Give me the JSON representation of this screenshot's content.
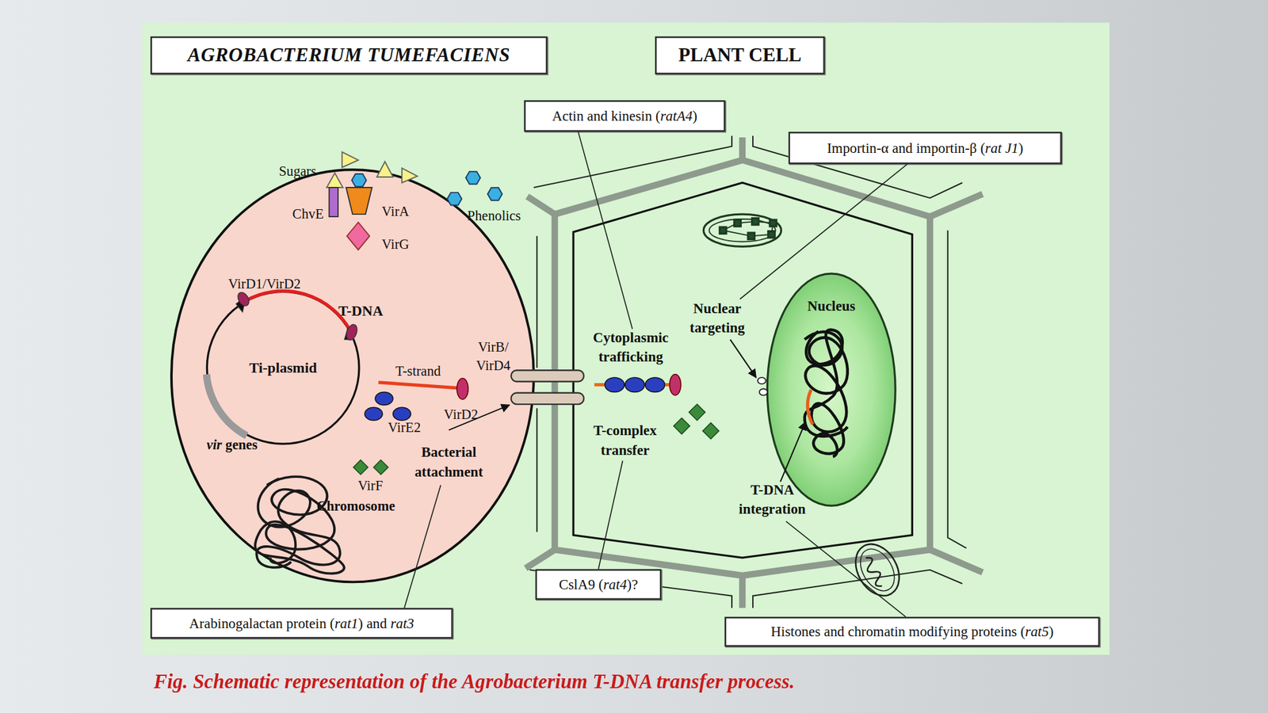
{
  "diagram": {
    "caption": "Fig. Schematic representation of the Agrobacterium T-DNA transfer process.",
    "nodes": [
      {
        "text": [
          "AGROBACTERIUM TUMEFACIENS"
        ]
      },
      {
        "text": [
          "PLANT CELL"
        ]
      },
      {
        "text": [
          "Actin and kinesin (ratA4)"
        ]
      },
      {
        "text": [
          "Importin-α and importin-β (rat J1)"
        ]
      },
      {
        "text": [
          "Ti-plasmid"
        ]
      },
      {
        "text": [
          "Nucleus"
        ]
      },
      {
        "text": [
          "CslA9 (rat4)?"
        ]
      },
      {
        "text": [
          "Arabinogalactan protein (rat1) and rat3"
        ]
      },
      {
        "text": [
          "Histones and chromatin modifying proteins (rat5)"
        ]
      }
    ],
    "labels": [
      "Sugars",
      "ChvE",
      "VirA",
      "Phenolics",
      "VirG",
      "VirD1/VirD2",
      "T-DNA",
      "T-strand",
      "VirB/ VirD4",
      "VirE2",
      "VirD2",
      "vir genes",
      "VirF",
      "Chromosome",
      "Bacterial attachment",
      "Cytoplasmic trafficking",
      "T-complex transfer",
      "Nuclear targeting",
      "T-DNA integration"
    ]
  }
}
